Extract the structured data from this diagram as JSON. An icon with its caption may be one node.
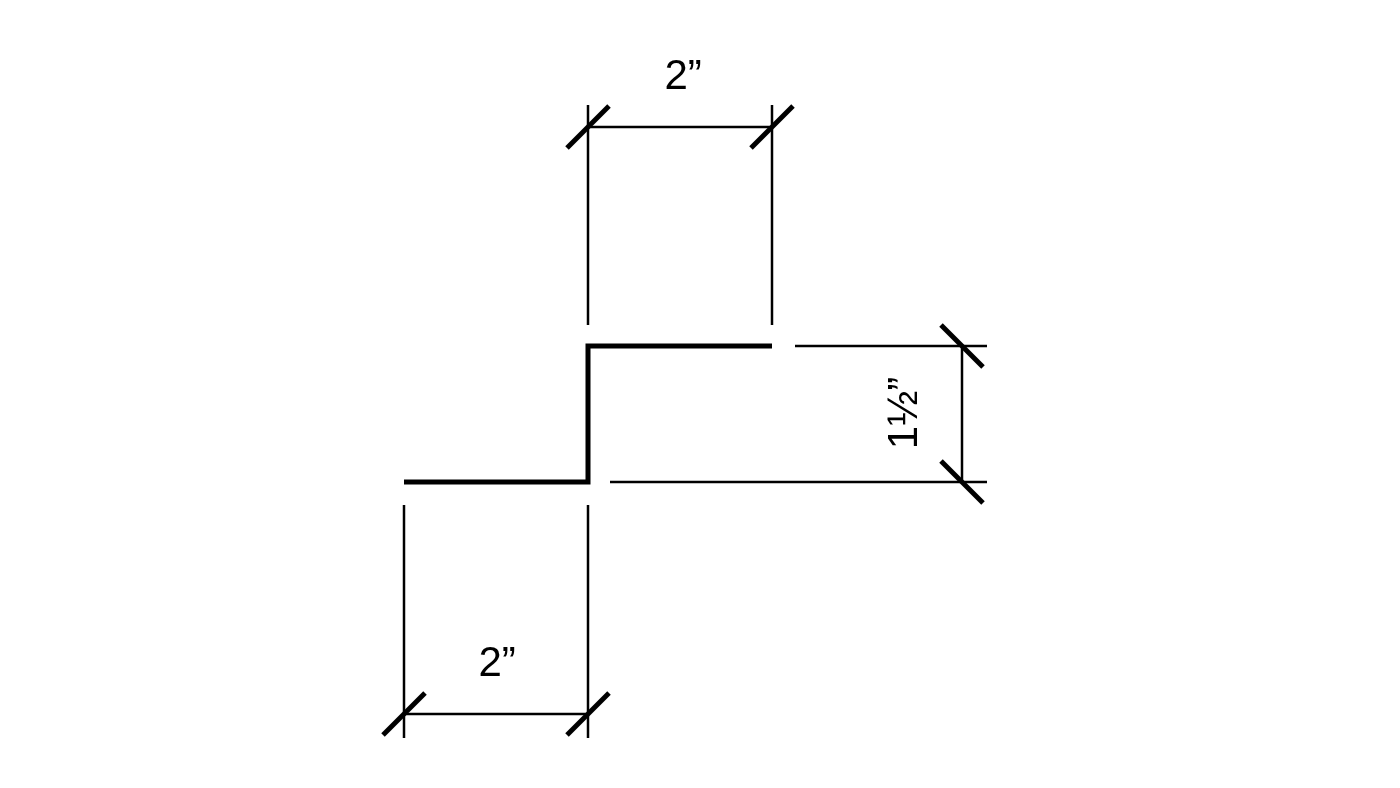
{
  "diagram": {
    "labels": [
      "2”",
      "1½”",
      "2”"
    ]
  }
}
